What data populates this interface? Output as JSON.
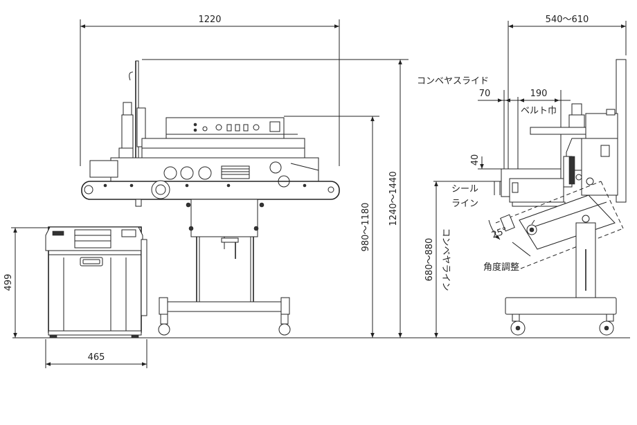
{
  "dimensions": {
    "overall_width": "1220",
    "cart_width": "540～610",
    "conveyor_offset": "70",
    "belt_width_value": "190",
    "seal_height": "40",
    "cabinet_width": "465",
    "cabinet_height": "499",
    "table_height": "980～1180",
    "overall_height": "1240～1440",
    "conveyor_line_height": "680～880",
    "tilt_angle": "25°"
  },
  "labels": {
    "conveyor_slide": "コンベヤスライド",
    "belt_width": "ベルト巾",
    "seal_line_1": "シール",
    "seal_line_2": "ライン",
    "conveyor_line": "コンベヤライン",
    "angle_adjust": "角度調整"
  }
}
